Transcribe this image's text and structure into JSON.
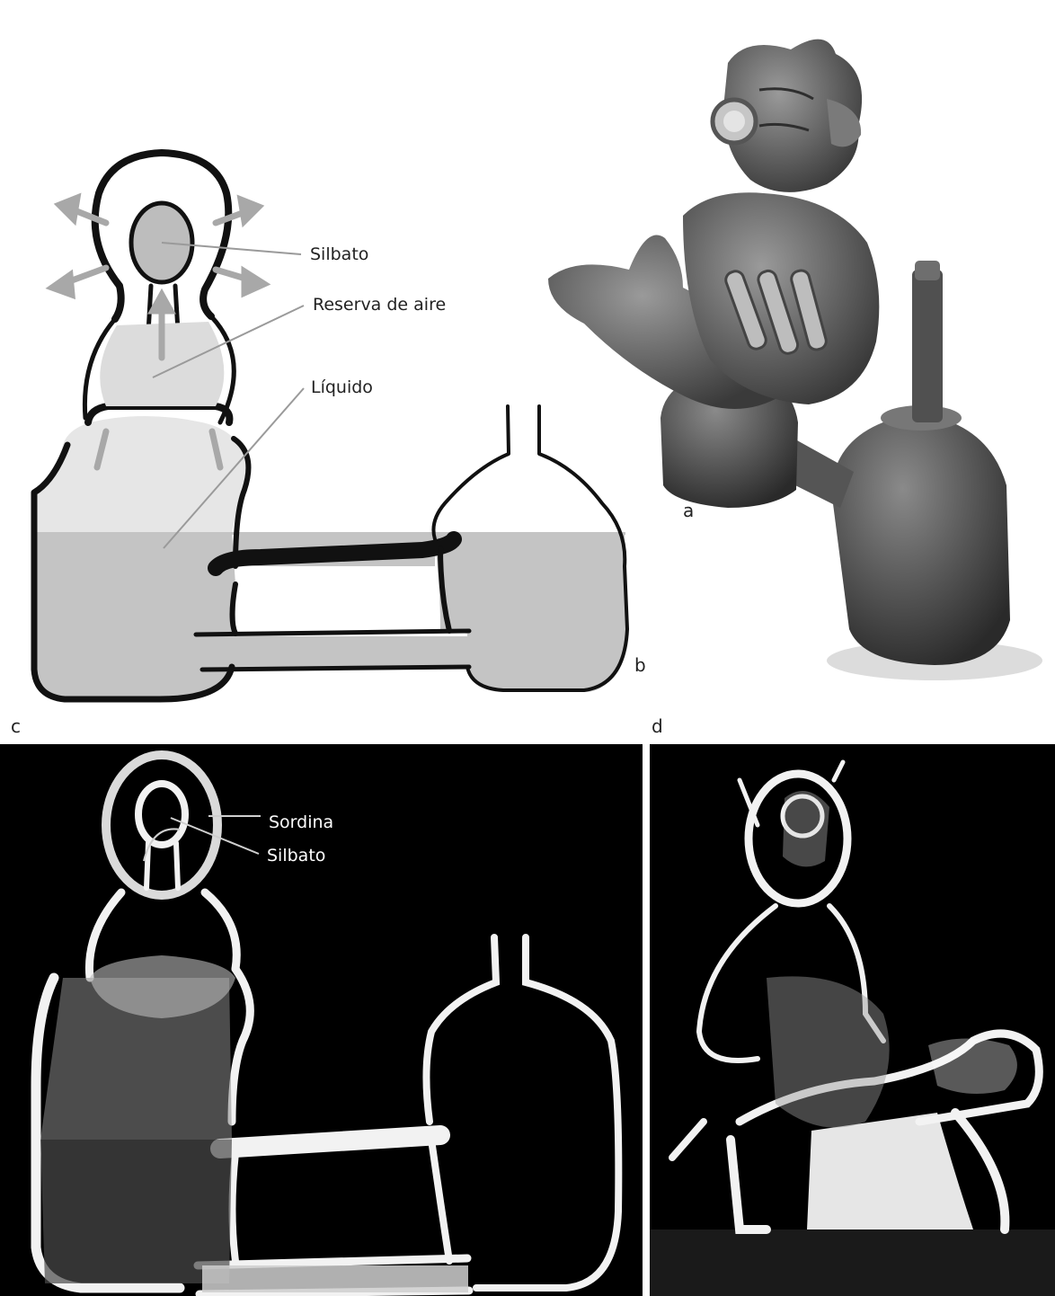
{
  "diagram_b": {
    "labels": {
      "silbato": "Silbato",
      "reserva": "Reserva de aire",
      "liquido": "Líquido"
    },
    "letter": "b"
  },
  "photo_a": {
    "letter": "a"
  },
  "xray_c": {
    "letter": "c",
    "labels": {
      "sordina": "Sordina",
      "silbato": "Silbato"
    }
  },
  "xray_d": {
    "letter": "d"
  },
  "colors": {
    "liquid": "#c4c4c4",
    "air": "#e0e0e0",
    "arrow": "#a8a8a8",
    "outline": "#111111",
    "xray_bg": "#000000",
    "xray_glow": "#f2f2f2"
  }
}
